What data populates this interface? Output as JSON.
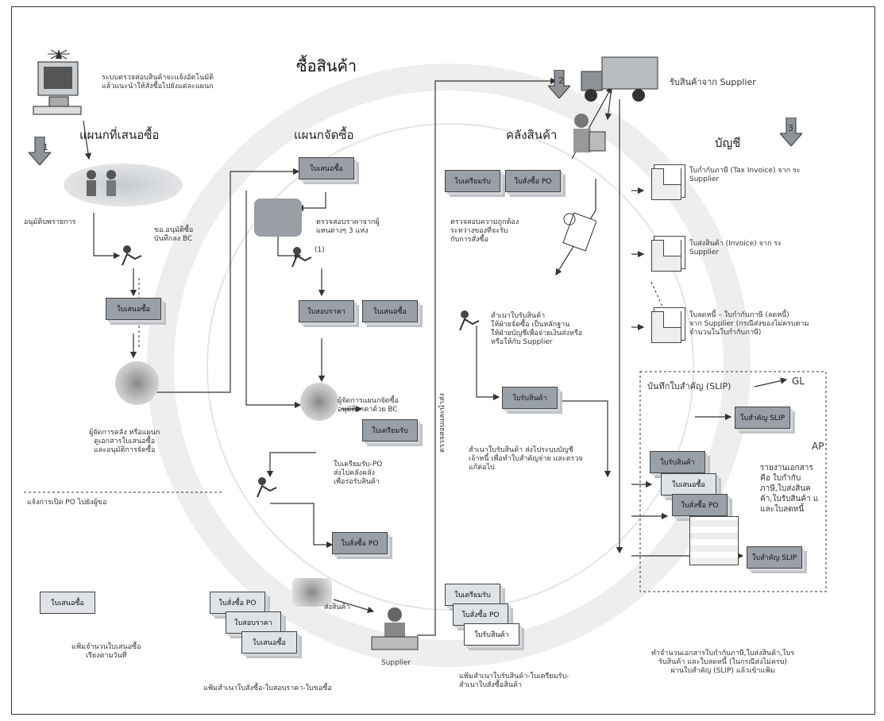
{
  "title": "ซื้อสินค้า",
  "sections": {
    "proposer": "แผนกที่เสนอซื้อ",
    "purchasing": "แผนกจัดซื้อ",
    "warehouse": "คลังสินค้า",
    "accounting": "บัญชี"
  },
  "step_numbers": [
    "1",
    "2",
    "3"
  ],
  "texts": {
    "system_note": "ระบบตรวจสอบสินค้าจะแจ้งอัตโนมัติ\nแล้วแนะนำให้สั่งซื้อไปยังแต่ละแผนก",
    "approve": "อนุมัติบพรายการ",
    "record_bc": "ขอ.อนุมัติซื้อ\nบันทึกลง BC",
    "compare_price": "ตรวจสอบราคาจากผู้\nแทนต่างๆ 3 แห่ง",
    "dept_head": "ผู้จัดการคลัง หรือแผนก\nดูเอกสารใบเสนอซื้อ\nและอนุมัติการจัดซื้อ",
    "po_to_vendor": "แจ้งการเปิด PO ไปยังผู้ขอ",
    "mgr_approve": "ผู้จัดการแผนกจัดซื้อ\nอนุมัติราคาด้วย BC",
    "prep_po": "ใบเตรียมรับ-PO\nส่งไปคลังคลัง\nเพื่อรอรับสินค้า",
    "deliver_goods": "ส่งสินค้า",
    "file_pr": "แฟ้มจำนวนใบเสนอซื้อ\nเรียงตามวันที่",
    "file_po": "แฟ้มสำเนาใบสั่งซื้อ-ใบสอบราคา-ใบขอซื้อ",
    "check_match": "ตรวจสอบความถูกต้อง\nระหว่างของที่จะรับ\nกับการสั่งซื้อ",
    "receive_note": "สำเนาใบรับสินค้า\nให้ฝ่ายจัดซื้อ เป็นหลักฐาน\nให้ฝ่ายบัญชีเพื่อจ่ายเงินส่งหรือ\nหรือให้กับ Supplier",
    "vertical_note": "ตรวจสอบและนำส่ง",
    "receipt_copy": "สำเนาใบรับสินค้า ส่งไประบบบัญชี\nเจ้าหนี้ เพื่อทำใบสำคัญจ่าย และตรวจ\nแก้ต่อไป",
    "file_receive": "แฟ้มสำเนาใบรับสินค้า-ใบเตรียมรับ-\nสำเนาใบสั่งซื้อสินค้า",
    "from_supplier": "รับสินค้าจาก Supplier",
    "tax_invoice": "ใบกำกับภาษี (Tax Invoice) จาก ระ\nSupplier",
    "invoice": "ใบส่งสินค้า (Invoice) จาก ระ\nSupplier",
    "debit_note": "ใบลดหนี้ – ใบกำกับภาษี (ลดหนี้)\nจาก Supplier (กรณีส่งของไม่ครบตาม\nจำนวนในใบกำกับภาษี)",
    "slip_title": "บันทึกใบสำคัญ (SLIP)",
    "gl": "GL",
    "ap": "AP",
    "ap_docs": "รายงานเอกสาร\nคือ ใบกำกับ\nภาษี,ใบส่งสินค\nค้า,ใบรับสินค้า แ\nและใบลดหนี้",
    "acct_bottom": "ทำจำนวนเอกสารใบกำกับภาษี,ใบส่งสินค้า,ใบร\nรับสินค้า และใบลดหนี้ (ในกรณีส่งไม่ครบ)\nผ่านใบสำคัญ (SLIP) แล้วเข้าแฟ้ม",
    "supplier_label": "Supplier",
    "step_mark": "(1)"
  },
  "docs": {
    "pr": "ใบเสนอซื้อ",
    "quote": "ใบสอบราคา",
    "po": "ใบสั่งซื้อ PO",
    "prep": "ใบเตรียมรับ",
    "receipt": "ใบรับสินค้า",
    "slip": "ใบสำคัญ SLIP"
  }
}
